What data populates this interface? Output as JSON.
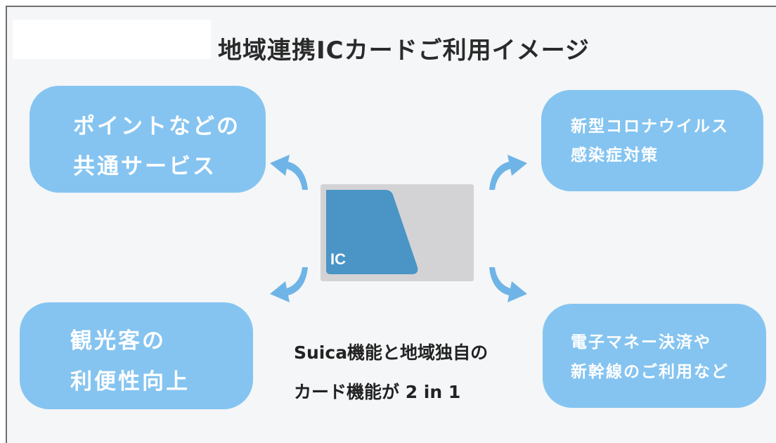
{
  "title": "地域連携ICカードご利用イメージ",
  "card": {
    "chip_label": "IC"
  },
  "benefits": {
    "top_left": {
      "line1": "ポイントなどの",
      "line2": "共通サービス"
    },
    "top_right": {
      "line1": "新型コロナウイルス",
      "line2": "感染症対策"
    },
    "bottom_left": {
      "line1": "観光客の",
      "line2": "利便性向上"
    },
    "bottom_right": {
      "line1": "電子マネー決済や",
      "line2": "新幹線のご利用など"
    }
  },
  "caption": {
    "line1": "Suica機能と地域独自の",
    "line2": "カード機能が 2 in 1"
  },
  "colors": {
    "pill": "#85c4f0",
    "card": "#d3d3d5",
    "chip": "#4a94c6",
    "arrow": "#6fb4e6",
    "title": "#2a2a2a"
  }
}
